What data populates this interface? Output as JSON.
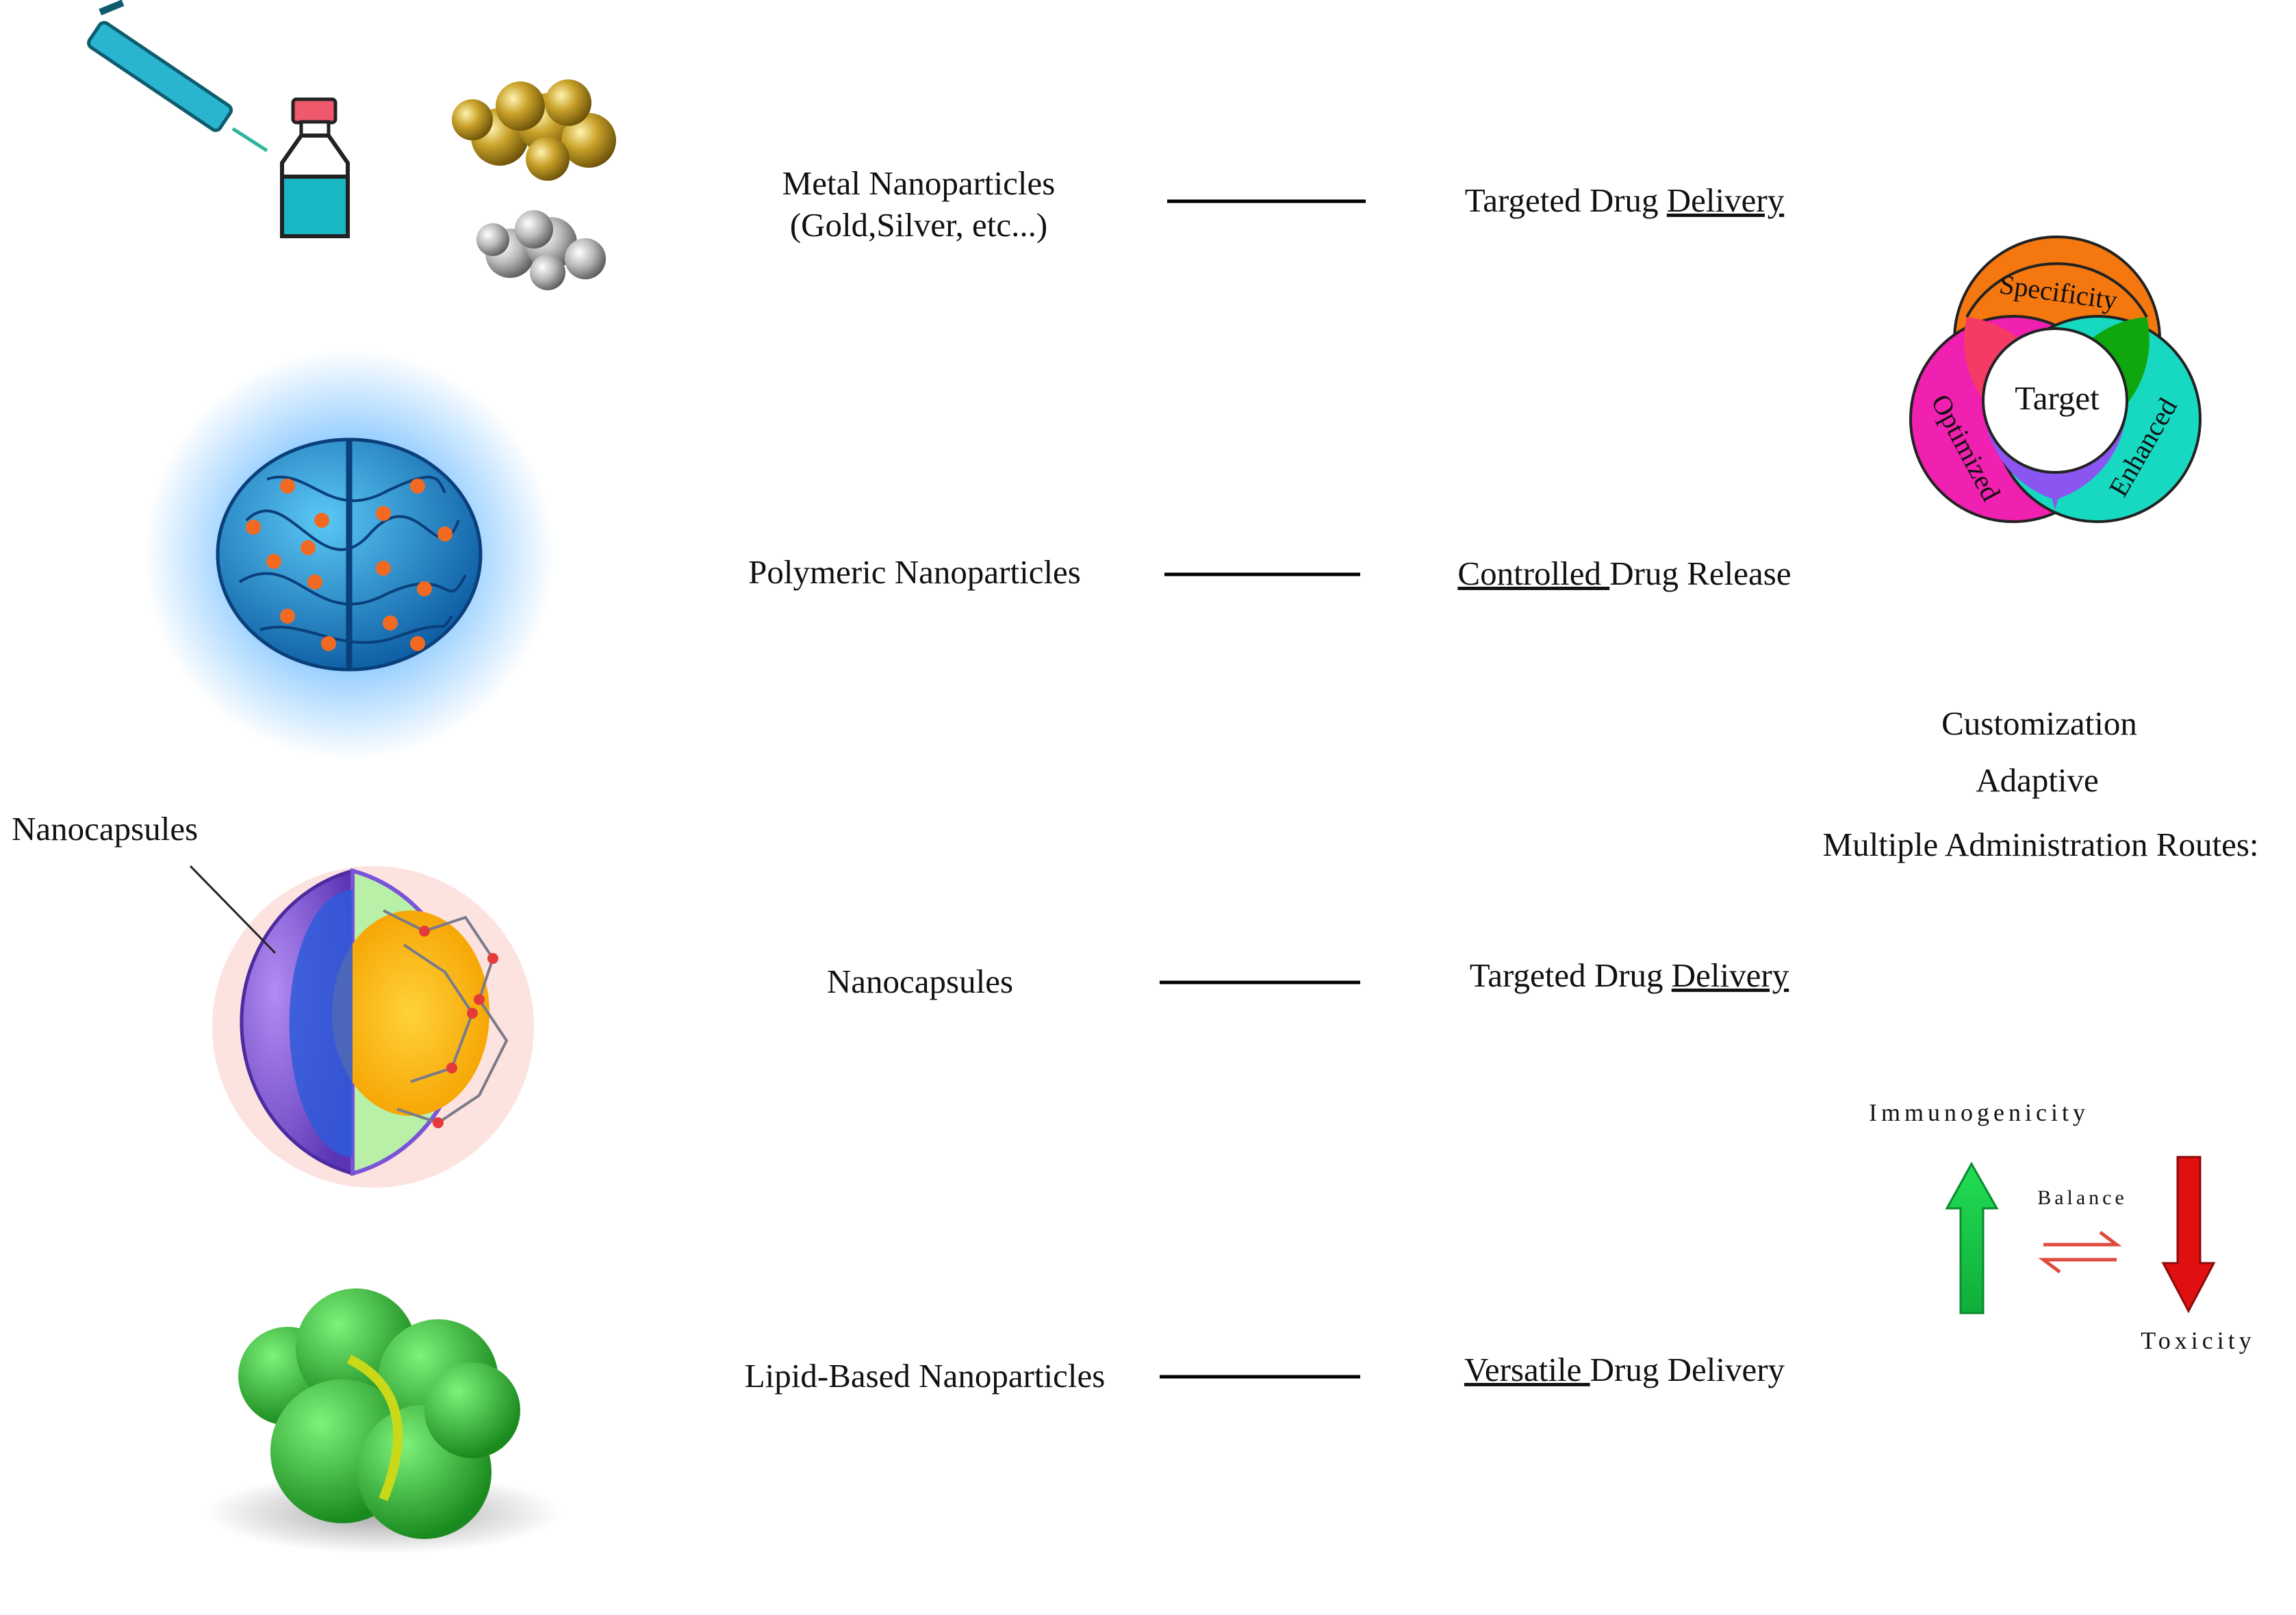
{
  "rows": [
    {
      "type_label": [
        "Metal Nanoparticles",
        "(Gold,Silver, etc...)"
      ],
      "outcome_pre": "Targeted Drug ",
      "outcome_ul": "Delivery",
      "outcome_post": ""
    },
    {
      "type_label": [
        "Polymeric Nanoparticles"
      ],
      "outcome_pre": "",
      "outcome_ul": "Controlled ",
      "outcome_post": "Drug Release"
    },
    {
      "type_label": [
        "Nanocapsules"
      ],
      "outcome_pre": "Targeted Drug ",
      "outcome_ul": "Delivery",
      "outcome_post": ""
    },
    {
      "type_label": [
        "Lipid-Based Nanoparticles"
      ],
      "outcome_pre": "",
      "outcome_ul": "Versatile ",
      "outcome_post": "Drug Delivery"
    }
  ],
  "callout_label": "Nanocapsules",
  "venn": {
    "center": "Target",
    "top": "Specificity",
    "left": "Optimized",
    "right": "Enhanced",
    "colors": {
      "top": "#f5770f",
      "left": "#f020b0",
      "right": "#17d9c2",
      "top_left": "#f53a66",
      "top_right": "#10a60e",
      "left_right": "#8a55f0"
    }
  },
  "features": [
    "Customization",
    "Adaptive",
    "Multiple Administration Routes:"
  ],
  "balance": {
    "up_label": "Immunogenicity",
    "middle_label": "Balance",
    "down_label": "Toxicity",
    "up_color": "#22dd55",
    "down_color": "#e01010",
    "symbol_color": "#e04a3c"
  }
}
